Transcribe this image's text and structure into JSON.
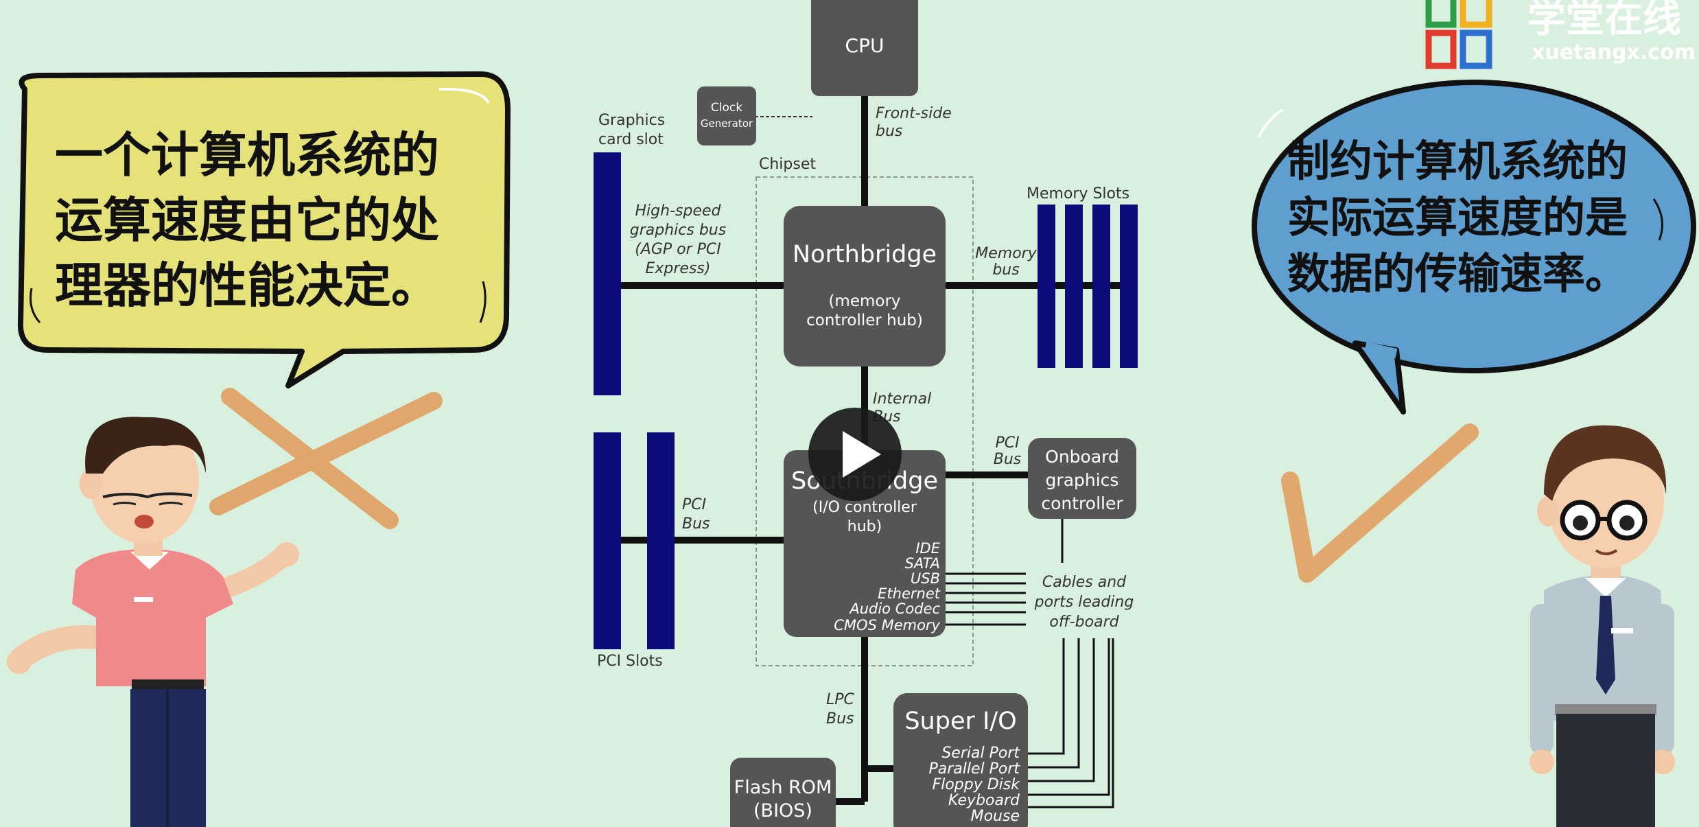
{
  "logo": {
    "name": "学堂在线",
    "domain": "xuetangx.com"
  },
  "left_bubble": {
    "lines": [
      "一个计算机系统的",
      "运算速度由它的处",
      "理器的性能决定。"
    ]
  },
  "right_bubble": {
    "lines": [
      "制约计算机系统的",
      "实际运算速度的是",
      "数据的传输速率。"
    ]
  },
  "diagram": {
    "cpu": "CPU",
    "clock_generator": [
      "Clock",
      "Generator"
    ],
    "front_side_bus": [
      "Front-side",
      "bus"
    ],
    "graphics_card_slot": [
      "Graphics",
      "card slot"
    ],
    "chipset": "Chipset",
    "high_speed_bus": [
      "High-speed",
      "graphics bus",
      "(AGP or PCI",
      "Express)"
    ],
    "northbridge": {
      "title": "Northbridge",
      "subtitle": [
        "(memory",
        "controller hub)"
      ]
    },
    "memory_bus": [
      "Memory",
      "bus"
    ],
    "memory_slots": "Memory Slots",
    "internal_bus": [
      "Internal",
      "Bus"
    ],
    "southbridge": {
      "title": "Southbridge",
      "subtitle": [
        "(I/O controller",
        "hub)"
      ],
      "ports": [
        "IDE",
        "SATA",
        "USB",
        "Ethernet",
        "Audio Codec",
        "CMOS Memory"
      ]
    },
    "pci_bus_right": [
      "PCI",
      "Bus"
    ],
    "onboard_graphics": [
      "Onboard",
      "graphics",
      "controller"
    ],
    "pci_bus_left": [
      "PCI",
      "Bus"
    ],
    "pci_slots": "PCI Slots",
    "cables": [
      "Cables and",
      "ports leading",
      "off-board"
    ],
    "lpc_bus": [
      "LPC",
      "Bus"
    ],
    "super_io": {
      "title": "Super I/O",
      "ports": [
        "Serial Port",
        "Parallel Port",
        "Floppy Disk",
        "Keyboard",
        "Mouse"
      ]
    },
    "flash_rom": [
      "Flash ROM",
      "(BIOS)"
    ]
  },
  "colors": {
    "background": "#d9f0df",
    "box": "#555555",
    "slot": "#0b0b7a",
    "left_bubble": "#e6e27a",
    "right_bubble": "#5f9fd0",
    "mark": "#e0a060"
  },
  "icons": [
    "play-icon",
    "cross-mark-icon",
    "check-mark-icon",
    "logo-icon"
  ]
}
